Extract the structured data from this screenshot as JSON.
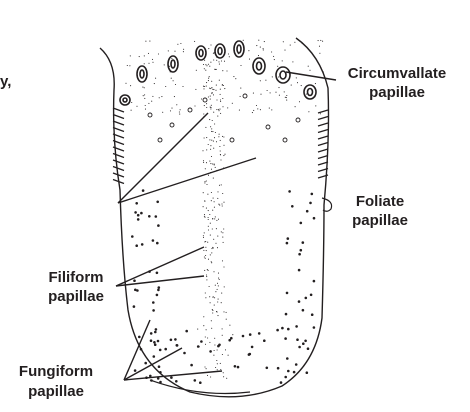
{
  "labels": {
    "circumvallate": [
      "Circumvallate",
      "papillae"
    ],
    "foliate": [
      "Foliate",
      "papillae"
    ],
    "filiform": [
      "Filiform",
      "papillae"
    ],
    "fungiform": [
      "Fungiform",
      "papillae"
    ],
    "edge_fragment": "y,"
  },
  "colors": {
    "ink": "#231f20",
    "background": "#ffffff"
  }
}
